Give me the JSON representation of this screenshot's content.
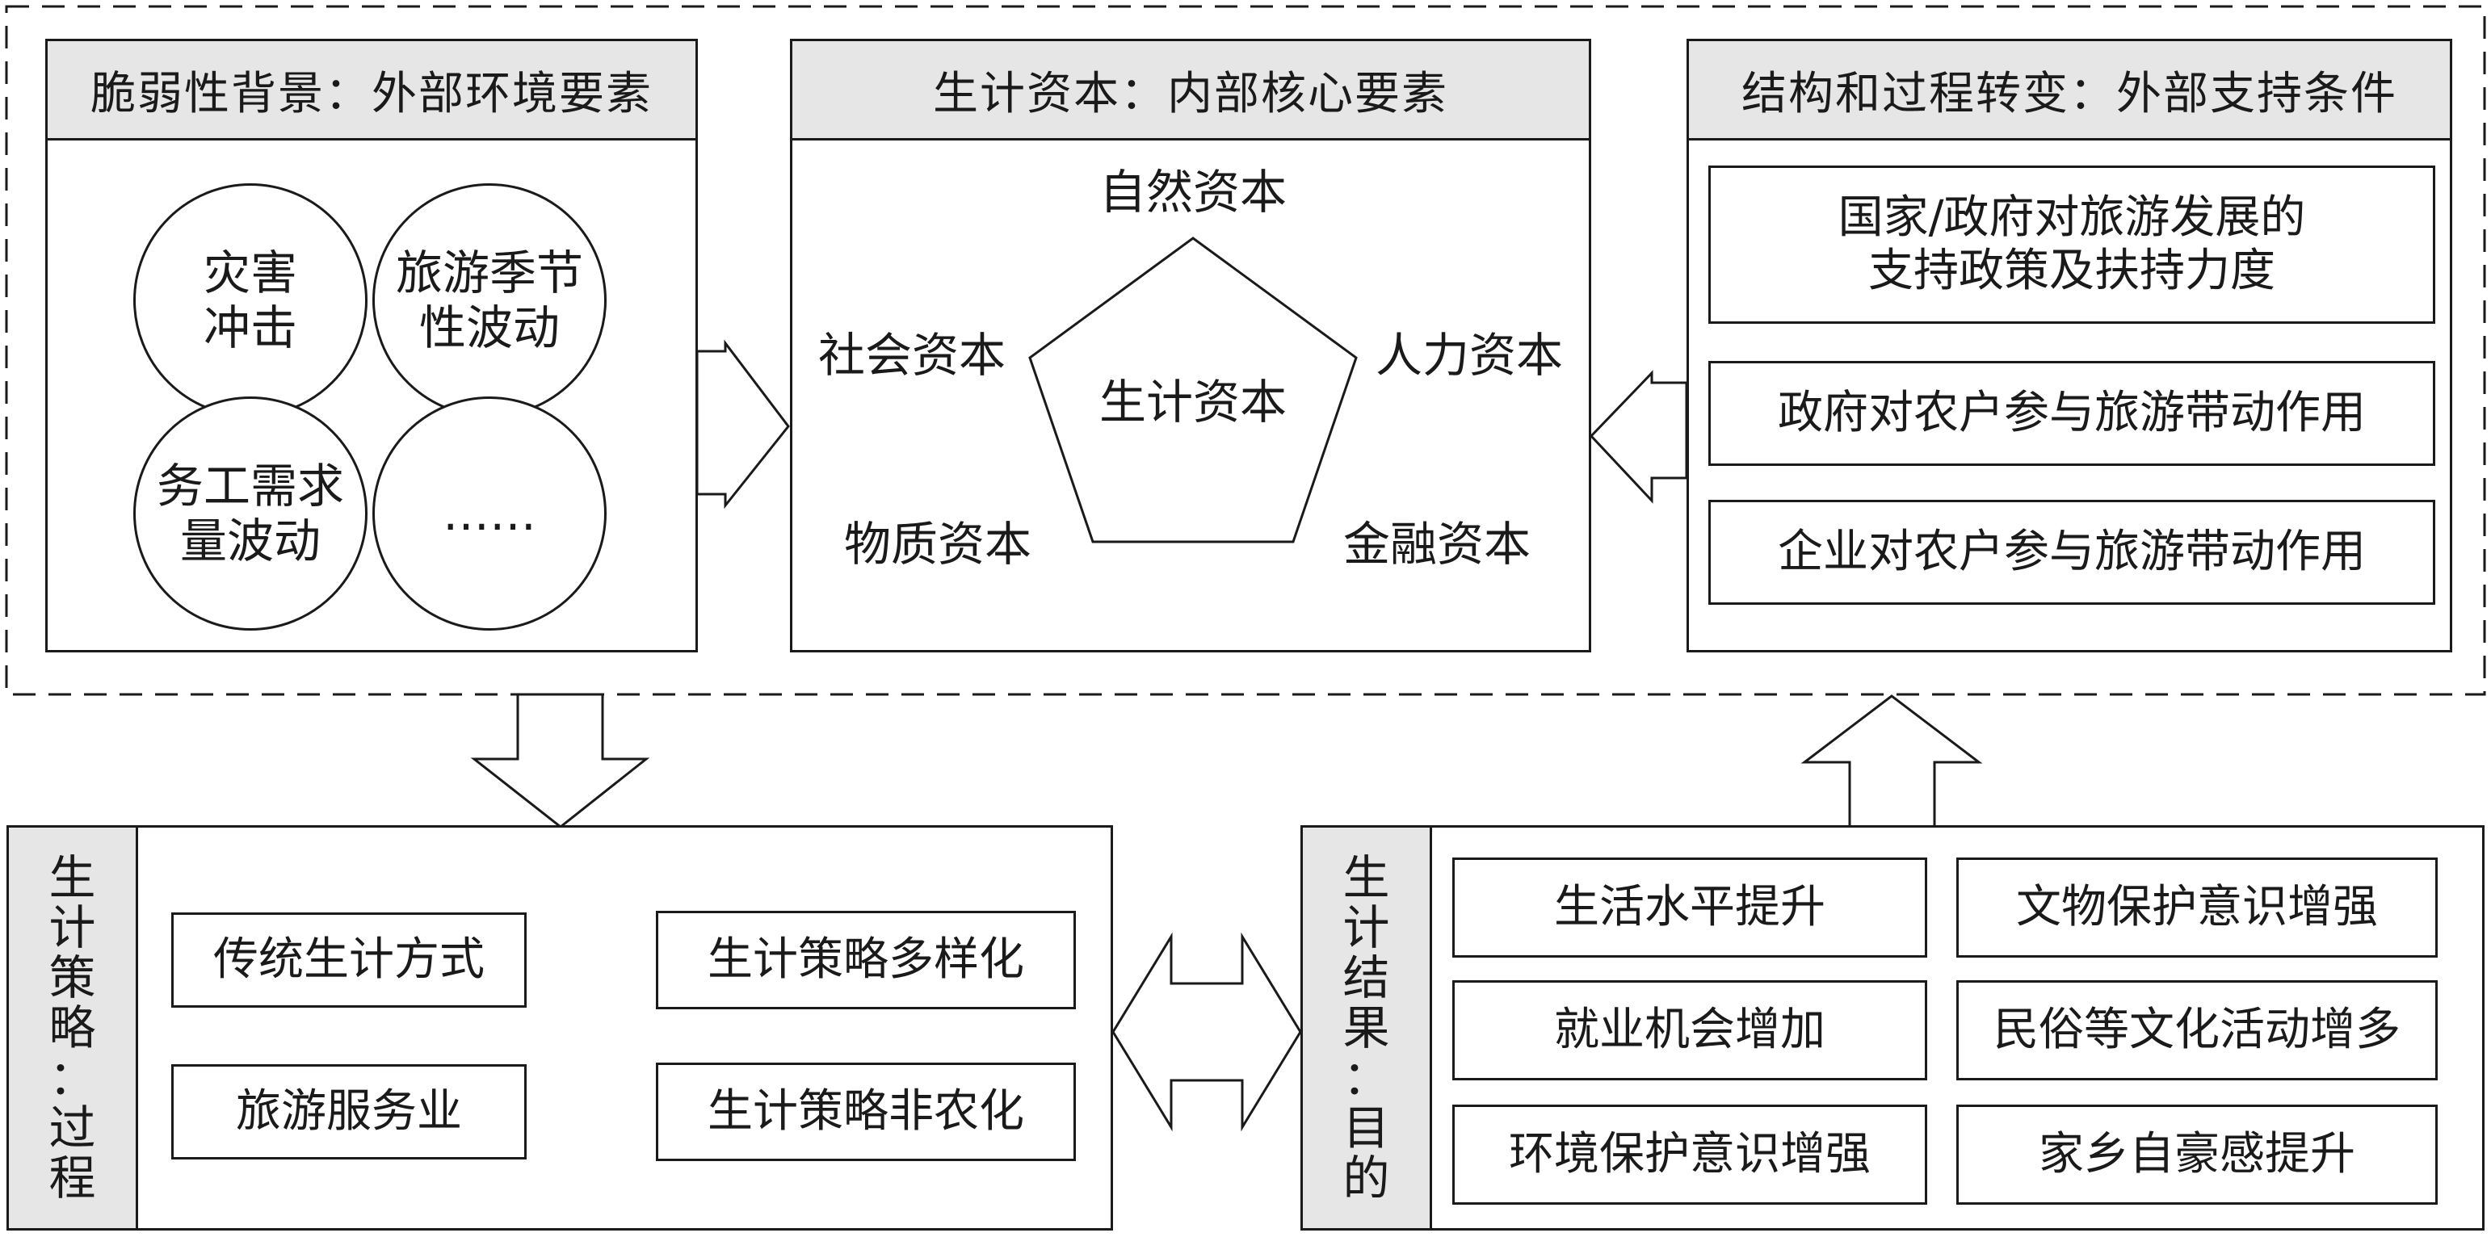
{
  "vulnerability": {
    "title": "脆弱性背景：外部环境要素",
    "circles": [
      {
        "line1": "灾害",
        "line2": "冲击"
      },
      {
        "line1": "旅游季节",
        "line2": "性波动"
      },
      {
        "line1": "务工需求",
        "line2": "量波动"
      },
      {
        "line1": "……",
        "line2": ""
      }
    ]
  },
  "capital": {
    "title": "生计资本：内部核心要素",
    "center": "生计资本",
    "natural": "自然资本",
    "social": "社会资本",
    "human": "人力资本",
    "physical": "物质资本",
    "financial": "金融资本"
  },
  "structure": {
    "title": "结构和过程转变：外部支持条件",
    "policy_line1": "国家/政府对旅游发展的",
    "policy_line2": "支持政策及扶持力度",
    "gov": "政府对农户参与旅游带动作用",
    "enterprise": "企业对农户参与旅游带动作用"
  },
  "strategy": {
    "label": [
      "生",
      "计",
      "策",
      "略",
      "：",
      "过",
      "程"
    ],
    "traditional": "传统生计方式",
    "tourism": "旅游服务业",
    "diverse": "生计策略多样化",
    "nonfarm": "生计策略非农化"
  },
  "outcome": {
    "label": [
      "生",
      "计",
      "结",
      "果",
      "：",
      "目",
      "的"
    ],
    "living": "生活水平提升",
    "relics": "文物保护意识增强",
    "jobs": "就业机会增加",
    "folk": "民俗等文化活动增多",
    "environment": "环境保护意识增强",
    "pride": "家乡自豪感提升"
  }
}
